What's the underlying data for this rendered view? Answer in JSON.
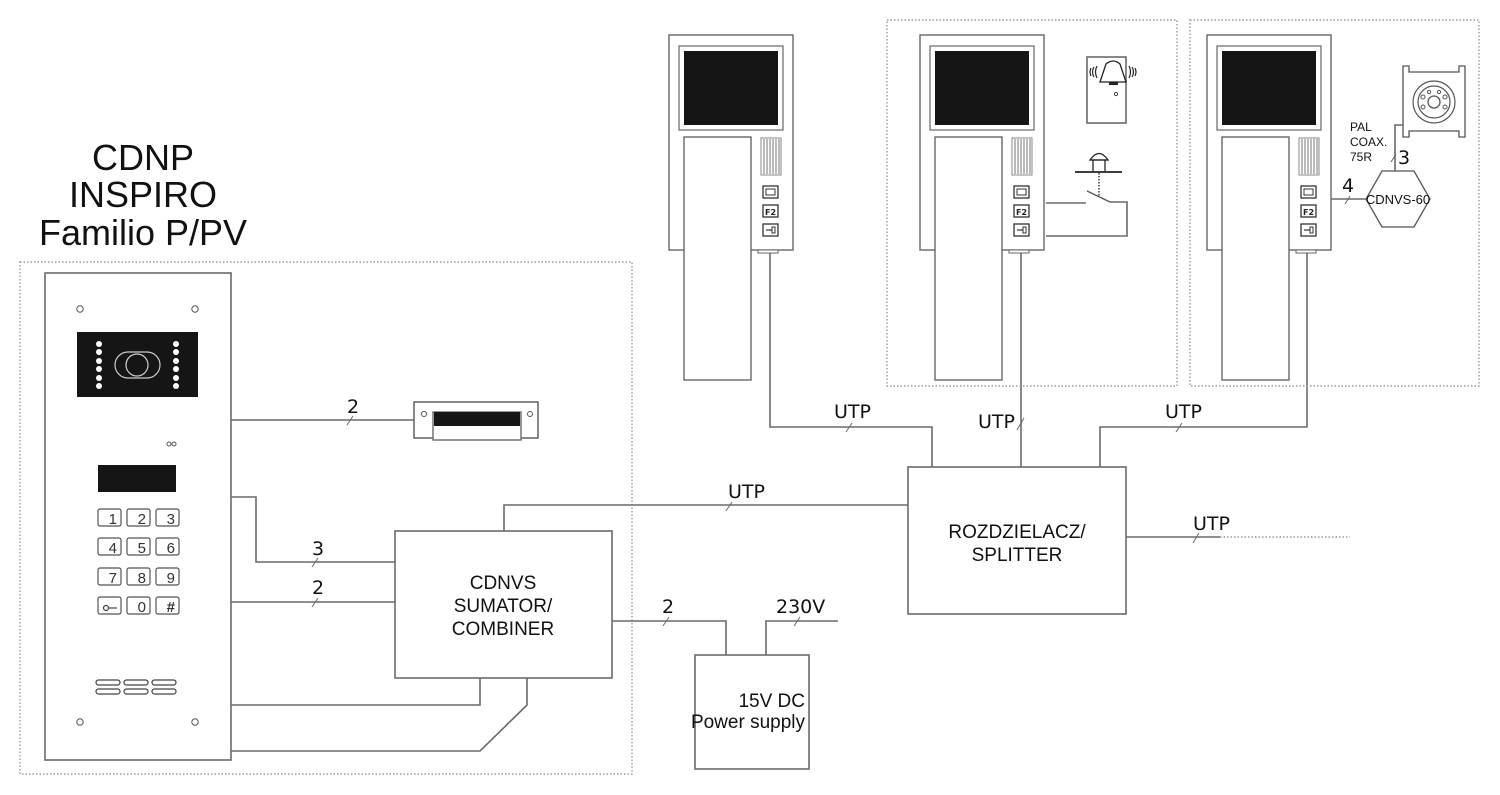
{
  "title": {
    "line1": "CDNP",
    "line2": "INSPIRO",
    "line3": "Familio P/PV"
  },
  "door_panel": {
    "keypad": [
      "1",
      "2",
      "3",
      "4",
      "5",
      "6",
      "7",
      "8",
      "9",
      "key",
      "0",
      "#"
    ],
    "icons": [
      "camera-icon",
      "led-strip-icon",
      "display-icon",
      "speaker-grille-icon",
      "screw-icon"
    ]
  },
  "devices": {
    "combiner": {
      "line1": "CDNVS",
      "line2": "SUMATOR/",
      "line3": "COMBINER"
    },
    "splitter": {
      "line1": "ROZDZIELACZ/",
      "line2": "SPLITTER"
    },
    "power_supply": {
      "line1": "15V DC",
      "line2": "Power supply"
    },
    "camera_module": {
      "label": "CDNVS-60"
    },
    "coax_note": {
      "line1": "PAL",
      "line2": "COAX.",
      "line3": "75R"
    },
    "monitor_buttons": [
      "monitor-button-icon",
      "F2",
      "door-key-icon"
    ]
  },
  "wires": {
    "lock": "2",
    "panel_to_combiner_top": "3",
    "panel_to_combiner_bottom": "2",
    "combiner_to_psu": "2",
    "mains": "230V",
    "combiner_to_splitter": "UTP",
    "splitter_to_monitor1": "UTP",
    "splitter_to_monitor2": "UTP",
    "splitter_to_monitor3": "UTP",
    "splitter_out": "UTP",
    "monitor3_to_cam": "4",
    "cam_coax": "3"
  }
}
